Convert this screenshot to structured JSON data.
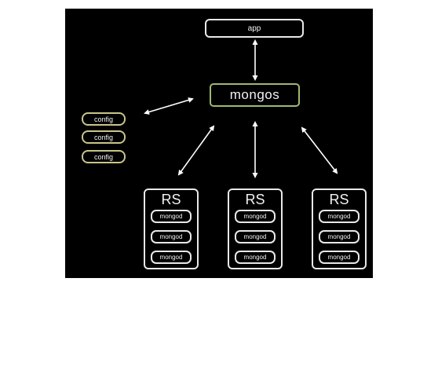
{
  "diagram": {
    "app_label": "app",
    "router_label": "mongos",
    "config_servers": [
      "config",
      "config",
      "config"
    ],
    "replica_sets": [
      {
        "title": "RS",
        "members": [
          "mongod",
          "mongod",
          "mongod"
        ]
      },
      {
        "title": "RS",
        "members": [
          "mongod",
          "mongod",
          "mongod"
        ]
      },
      {
        "title": "RS",
        "members": [
          "mongod",
          "mongod",
          "mongod"
        ]
      }
    ],
    "colors": {
      "background": "#000000",
      "node_border": "#e8e8e8",
      "router_border": "#9fb872",
      "config_border": "#c9c58a",
      "arrow": "#ffffff"
    }
  }
}
